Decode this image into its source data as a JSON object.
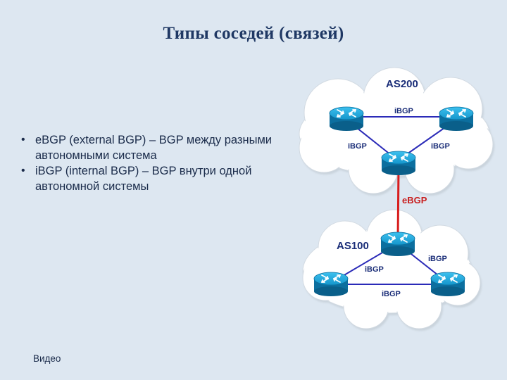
{
  "title": "Типы соседей (связей)",
  "bullets": [
    "eBGP (external BGP) – BGP между разными автономными система",
    "iBGP (internal BGP) – BGP внутри одной автономной системы"
  ],
  "footer_link": "Видео",
  "diagram": {
    "as_top": "AS200",
    "as_bottom": "AS100",
    "ibgp": "iBGP",
    "ebgp": "eBGP",
    "colors": {
      "ibgp_line": "#2b2bb8",
      "ebgp_line": "#d81e1e",
      "ebgp_text": "#c81e1e",
      "label_text": "#1a2d78",
      "router_top": "#1aa4d8",
      "router_side": "#0d76a8",
      "cloud": "#ffffff"
    },
    "icons": [
      "router-icon",
      "cloud-icon"
    ]
  }
}
